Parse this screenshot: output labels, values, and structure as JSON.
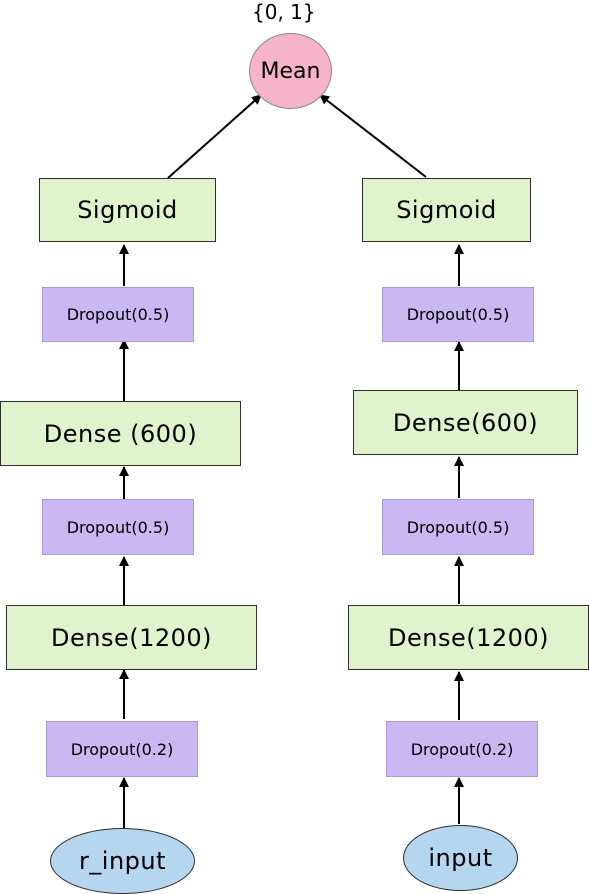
{
  "output": {
    "set_label": "{0, 1}",
    "mean_label": "Mean"
  },
  "left_branch": {
    "sigmoid": "Sigmoid",
    "dropout_top": "Dropout(0.5)",
    "dense_600": "Dense (600)",
    "dropout_mid": "Dropout(0.5)",
    "dense_1200": "Dense(1200)",
    "dropout_bottom": "Dropout(0.2)",
    "input": "r_input"
  },
  "right_branch": {
    "sigmoid": "Sigmoid",
    "dropout_top": "Dropout(0.5)",
    "dense_600": "Dense(600)",
    "dropout_mid": "Dropout(0.5)",
    "dense_1200": "Dense(1200)",
    "dropout_bottom": "Dropout(0.2)",
    "input": "input"
  },
  "colors": {
    "dense": "#dff3cc",
    "dropout": "#c9b8f2",
    "mean": "#f7b3c9",
    "input": "#b4d7ef"
  }
}
